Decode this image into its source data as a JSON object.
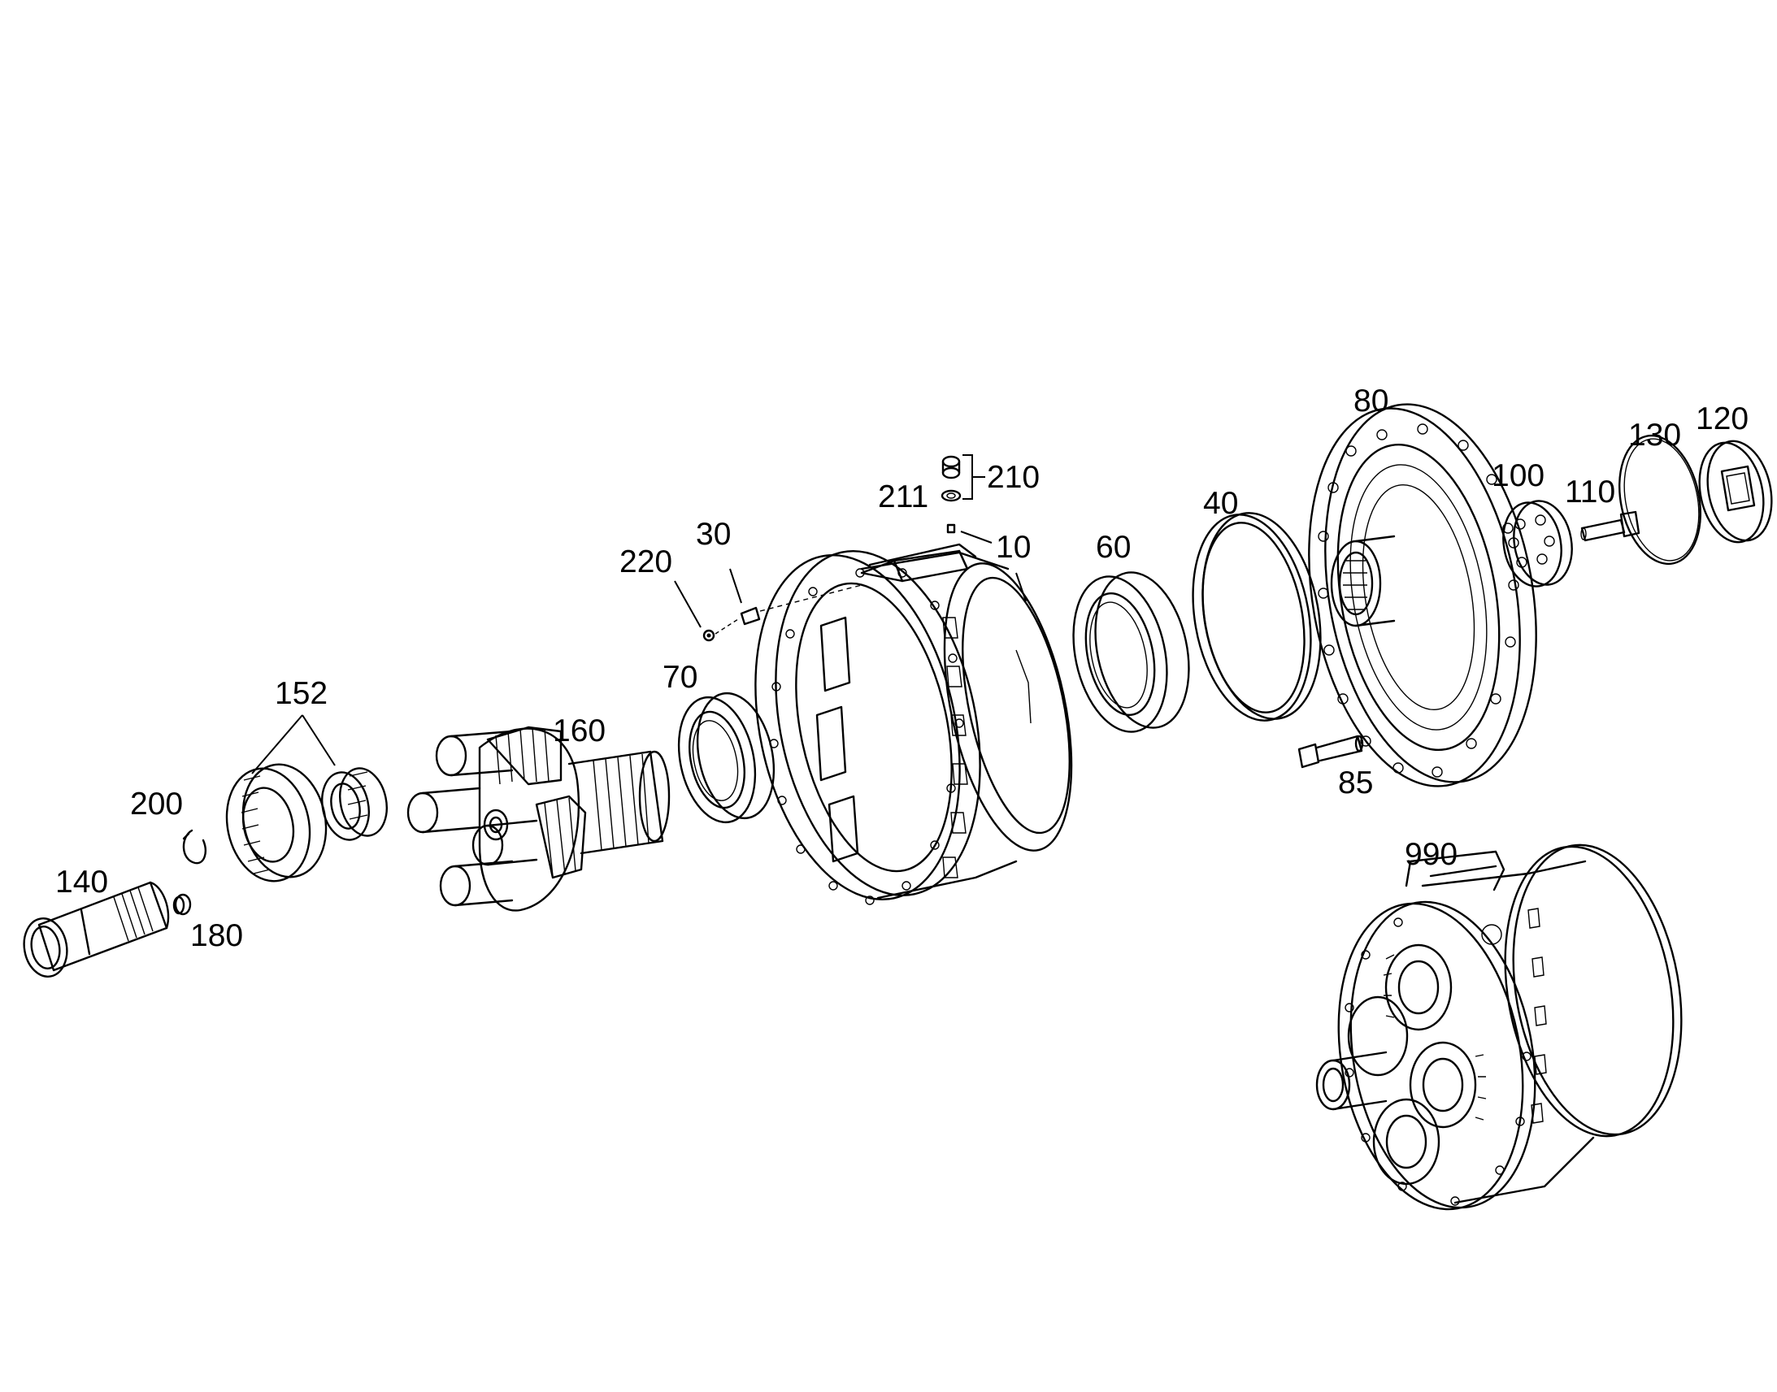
{
  "diagram": {
    "part_numbers": {
      "p10": "10",
      "p30": "30",
      "p40": "40",
      "p60": "60",
      "p70": "70",
      "p80": "80",
      "p85": "85",
      "p100": "100",
      "p110": "110",
      "p120": "120",
      "p130": "130",
      "p140": "140",
      "p152": "152",
      "p160": "160",
      "p180": "180",
      "p200": "200",
      "p210": "210",
      "p211": "211",
      "p220": "220",
      "p990": "990"
    }
  }
}
